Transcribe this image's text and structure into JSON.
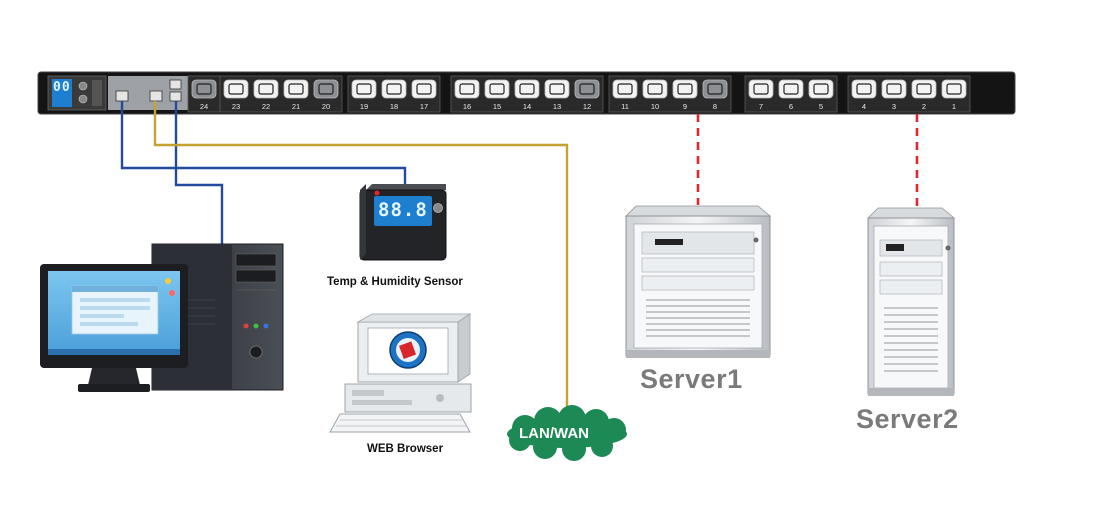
{
  "pdu": {
    "outlet_numbers": [
      "24",
      "23",
      "22",
      "21",
      "20",
      "19",
      "18",
      "17",
      "16",
      "15",
      "14",
      "13",
      "12",
      "11",
      "10",
      "9",
      "8",
      "7",
      "6",
      "5",
      "4",
      "3",
      "2",
      "1"
    ],
    "display_digits": "00"
  },
  "sensor": {
    "label": "Temp & Humidity Sensor",
    "display_value": "88.8"
  },
  "web_browser": {
    "label": "WEB Browser"
  },
  "network": {
    "label": "LAN/WAN"
  },
  "servers": [
    {
      "label": "Server1",
      "outlet": "9"
    },
    {
      "label": "Server2",
      "outlet": "2"
    }
  ],
  "colors": {
    "pdu_body": "#141414",
    "blue_cable": "#234a9c",
    "yellow_cable": "#c4a331",
    "power_cable": "#e0282c",
    "lan_cloud": "#1d8a55",
    "display_blue": "#1e7fd0"
  }
}
